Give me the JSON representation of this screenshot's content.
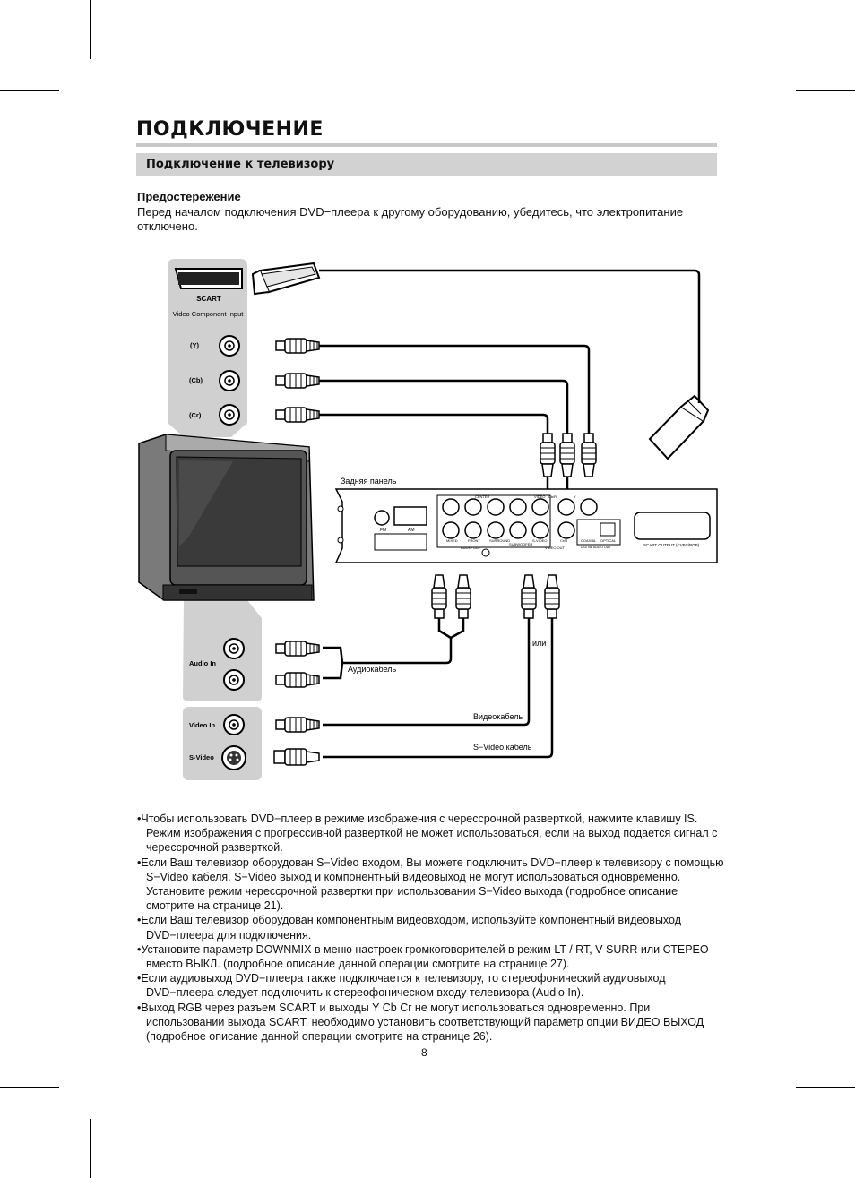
{
  "page": {
    "title": "ПОДКЛЮЧЕНИЕ",
    "section": "Подключение к телевизору",
    "caution_heading": "Предостережение",
    "caution_text": "Перед началом подключения DVD−плеера к другому оборудованию, убедитесь, что электропитание отключено.",
    "page_number": "8"
  },
  "diagram": {
    "tv_scart": "SCART",
    "video_component_input": "Video Component Input",
    "jack_y": "(Y)",
    "jack_cb": "(Cb)",
    "jack_cr": "(Cr)",
    "audio_in": "Audio In",
    "video_in": "Video In",
    "s_video": "S-Video",
    "rear_panel": "Задняя панель",
    "fm": "FM",
    "am": "AM",
    "panel_center": "CENTER",
    "panel_video": "VIDEO",
    "panel_cb": "Cb/R",
    "panel_y": "Y",
    "panel_mixed": "MIXED",
    "panel_front": "FRONT",
    "panel_surround": "SURROUND",
    "panel_subwoofer": "SUBWOOFER",
    "panel_audio_out": "AUDIO OUT",
    "panel_svideo": "S-VIDEO",
    "panel_cr": "Cr/R",
    "panel_video_out": "VIDEO OUT",
    "panel_coaxial": "COAXIAL",
    "panel_optical": "OPTICAL",
    "panel_digital": "DIGITAL AUDIO OUT",
    "scart_output": "SCART  OUTPUT  (CVBS/RGB)",
    "or_label": "или",
    "audio_cable": "Аудиокабель",
    "video_cable": "Видеокабель",
    "svideo_cable": "S−Video кабель"
  },
  "notes": [
    "Чтобы использовать DVD−плеер в режиме изображения с черессрочной разверткой, нажмите клавишу IS. Режим изображения с прогрессивной разверткой не может использоваться, если на выход подается сигнал с черессрочной разверткой.",
    "Если Ваш телевизор оборудован S−Video входом, Вы можете подключить DVD−плеер к телевизору с помощью S−Video кабеля. S−Video выход и компонентный видеовыход не могут использоваться одновременно. Установите режим черессрочной развертки при использовании S−Video выхода (подробное описание смотрите на странице 21).",
    "Если Ваш телевизор оборудован компонентным видеовходом, используйте компонентный видеовыход DVD−плеера для подключения.",
    "Установите параметр DOWNMIX в меню настроек громкоговорителей в режим LT / RT, V SURR или СТЕРЕО вместо ВЫКЛ. (подробное описание данной операции смотрите на странице 27).",
    "Если аудиовыход DVD−плеера также подключается к телевизору, то стереофонический аудиовыход DVD−плеера следует подключить к стереофоническом входу телевизора (Audio In).",
    "Выход RGB через разъем SCART и выходы Y Cb Cr не могут использоваться одновременно. При использовании выхода SCART, необходимо установить соответствующий параметр опции ВИДЕО ВЫХОД (подробное описание данной операции смотрите на странице 26)."
  ]
}
